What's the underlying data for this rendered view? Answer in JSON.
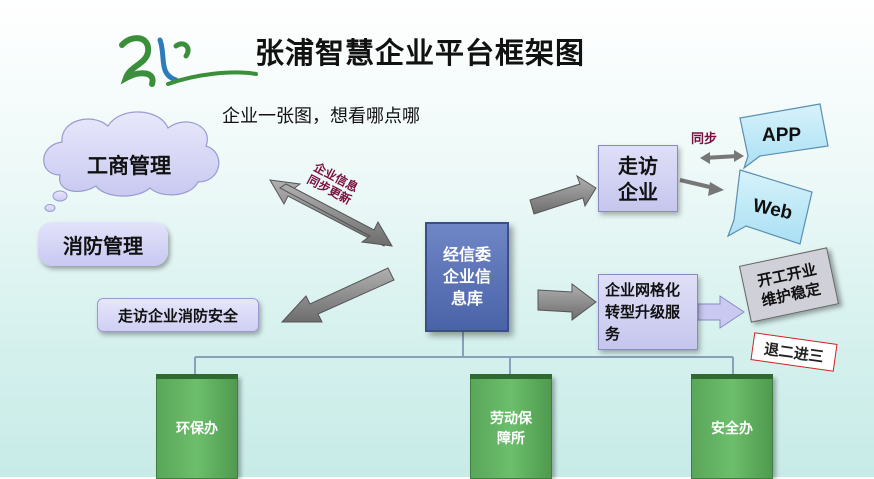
{
  "header": {
    "title": "张浦智慧企业平台框架图",
    "subtitle": "企业一张图，想看哪点哪"
  },
  "nodes": {
    "cloud": "工商管理",
    "fire": "消防管理",
    "visit_fire": "走访企业消防安全",
    "sync_label": "企业信息同步更新",
    "center": "经信委企业信息库",
    "visit": "走访企业",
    "grid": "企业网格化转型升级服务",
    "sync2": "同步",
    "app": "APP",
    "web": "Web",
    "open": "开工开业维护稳定",
    "retreat": "退二进三"
  },
  "departments": [
    "环保办",
    "劳动保障所",
    "安全办"
  ],
  "colors": {
    "center": "#4a63a8",
    "department": "#5aa65a",
    "accent_label": "#7a1040",
    "arrow": "#8a8a8a"
  }
}
